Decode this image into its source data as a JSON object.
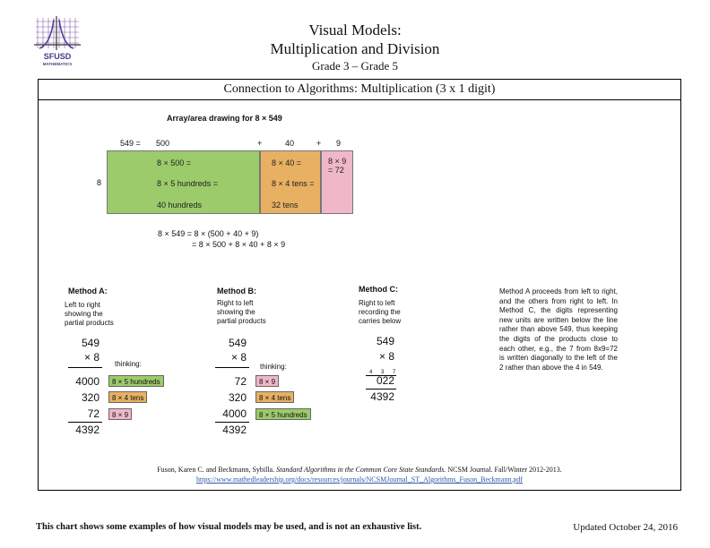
{
  "header": {
    "logo_text": "SFUSD",
    "logo_subtext": "MATHEMATICS",
    "title_line1": "Visual Models:",
    "title_line2": "Multiplication and Division",
    "grade_range": "Grade 3 – Grade 5"
  },
  "section": {
    "title": "Connection to Algorithms: Multiplication (3 x 1 digit)"
  },
  "array": {
    "title": "Array/area drawing for 8 × 549",
    "top_labels": [
      "549 =",
      "500",
      "+",
      "40",
      "+",
      "9"
    ],
    "side_label": "8",
    "green_lines": [
      "8 × 500 =",
      "8 × 5 hundreds =",
      "40 hundreds"
    ],
    "orange_lines": [
      "8 × 40 =",
      "8 × 4 tens =",
      "32 tens"
    ],
    "pink_lines": [
      "8 × 9",
      "= 72"
    ],
    "equation_line1": "8 × 549  =  8 × (500 +  40  +  9)",
    "equation_line2": "=  8 × 500  +  8 × 40  +  8 × 9"
  },
  "method_a": {
    "title": "Method A:",
    "desc": [
      "Left to right",
      "showing the",
      "partial products"
    ],
    "top": "549",
    "mult": "× 8",
    "thinking": "thinking:",
    "rows": [
      "4000",
      "320",
      "72"
    ],
    "tags": [
      "8 × 5 hundreds",
      "8 × 4 tens",
      "8 × 9"
    ],
    "total": "4392"
  },
  "method_b": {
    "title": "Method B:",
    "desc": [
      "Right to left",
      "showing the",
      "partial products"
    ],
    "top": "549",
    "mult": "× 8",
    "thinking": "thinking:",
    "rows": [
      "72",
      "320",
      "4000"
    ],
    "tags": [
      "8 × 9",
      "8 × 4 tens",
      "8 × 5 hundreds"
    ],
    "total": "4392"
  },
  "method_c": {
    "title": "Method C:",
    "desc": [
      "Right to left",
      "recording the",
      "carries below"
    ],
    "top": "549",
    "mult": "× 8",
    "carries": "4 3 7",
    "row": "022",
    "total": "4392"
  },
  "explanation": "Method A proceeds from left to right, and the others from right to left. In Method C, the digits representing new units are written below the line rather than above 549, thus keeping the digits of the products close to each other, e.g., the 7 from 8x9=72 is written diagonally to the left of the 2 rather than above the 4 in 549.",
  "citation": {
    "prefix": "Fuson, Karen C. and Beckmann, Sybilla. ",
    "italic": "Standard Algorithms in the Common Core State Standards.",
    "suffix": " NCSM Journal. Fall/Winter 2012-2013.",
    "url": "https://www.mathedleadership.org/docs/resources/journals/NCSMJournal_ST_Algorithms_Fuson_Beckmann.pdf"
  },
  "footer": {
    "note": "This chart shows some examples of how visual models may be used, and is not an exhaustive list.",
    "updated": "Updated October 24, 2016"
  }
}
